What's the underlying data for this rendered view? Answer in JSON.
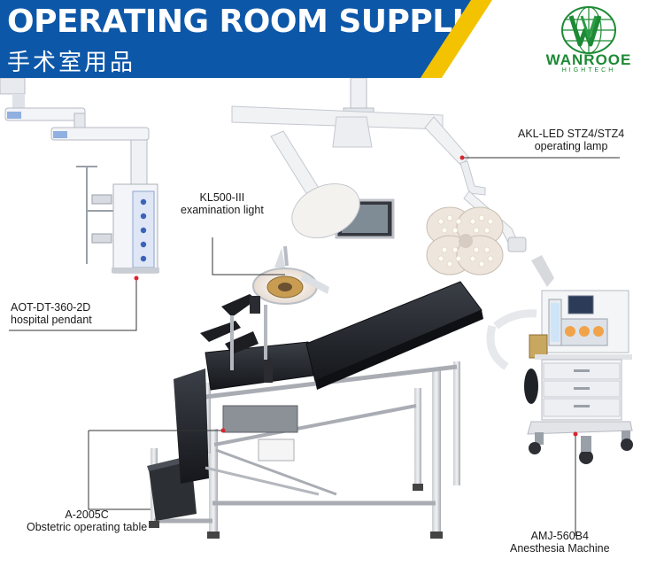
{
  "header": {
    "title_en": "OPERATING ROOM SUPPLIES",
    "title_cn": "手术室用品",
    "brand_name": "WANROOE",
    "brand_sub": "HIGHTECH",
    "colors": {
      "banner": "#0d57a8",
      "accent": "#f3c200",
      "brand": "#1d8a35"
    }
  },
  "products": [
    {
      "model": "AOT-DT-360-2D",
      "name": "hospital pendant"
    },
    {
      "model": "KL500-III",
      "name": "examination light"
    },
    {
      "model": "AKL-LED STZ4/STZ4",
      "name": "operating lamp"
    },
    {
      "model": "A-2005C",
      "name": "Obstetric operating table"
    },
    {
      "model": "AMJ-560B4",
      "name": "Anesthesia Machine"
    }
  ]
}
